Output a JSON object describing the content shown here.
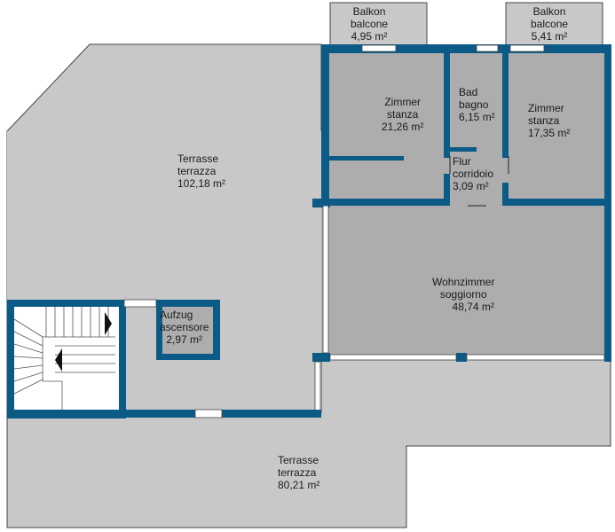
{
  "rooms": {
    "balcony_left": {
      "name_de": "Balkon",
      "name_it": "balcone",
      "area": "4,95 m²"
    },
    "balcony_right": {
      "name_de": "Balkon",
      "name_it": "balcone",
      "area": "5,41 m²"
    },
    "room_left": {
      "name_de": "Zimmer",
      "name_it": "stanza",
      "area": "21,26 m²"
    },
    "bathroom": {
      "name_de": "Bad",
      "name_it": "bagno",
      "area": "6,15 m²"
    },
    "room_right": {
      "name_de": "Zimmer",
      "name_it": "stanza",
      "area": "17,35 m²"
    },
    "terrace_upper": {
      "name_de": "Terrasse",
      "name_it": "terrazza",
      "area": "102,18 m²"
    },
    "corridor": {
      "name_de": "Flur",
      "name_it": "corridoio",
      "area": "3,09 m²"
    },
    "living_room": {
      "name_de": "Wohnzimmer",
      "name_it": "soggiorno",
      "area": "48,74 m²"
    },
    "elevator": {
      "name_de": "Aufzug",
      "name_it": "ascensore",
      "area": "2,97 m²"
    },
    "terrace_lower": {
      "name_de": "Terrasse",
      "name_it": "terrazza",
      "area": "80,21 m²"
    }
  },
  "colors": {
    "wall": "#0b5b86",
    "terrace_fill": "#c8c8c8",
    "room_fill": "#adadad",
    "outline": "#444444"
  }
}
